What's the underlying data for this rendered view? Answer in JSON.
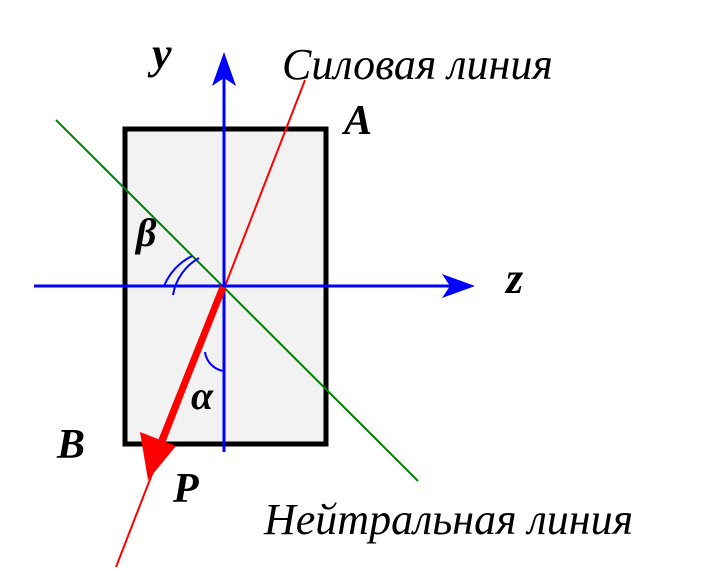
{
  "labels": {
    "y_axis": "y",
    "z_axis": "z",
    "corner_a": "A",
    "corner_b": "B",
    "force": "P",
    "angle_beta": "β",
    "angle_alpha": "α",
    "force_line": "Силовая линия",
    "neutral_line": "Нейтральная линия"
  },
  "colors": {
    "axes": "#0000ff",
    "force_line": "#ff0000",
    "neutral_line": "#008000",
    "section_fill": "#f2f2f2",
    "section_stroke": "#000000"
  }
}
